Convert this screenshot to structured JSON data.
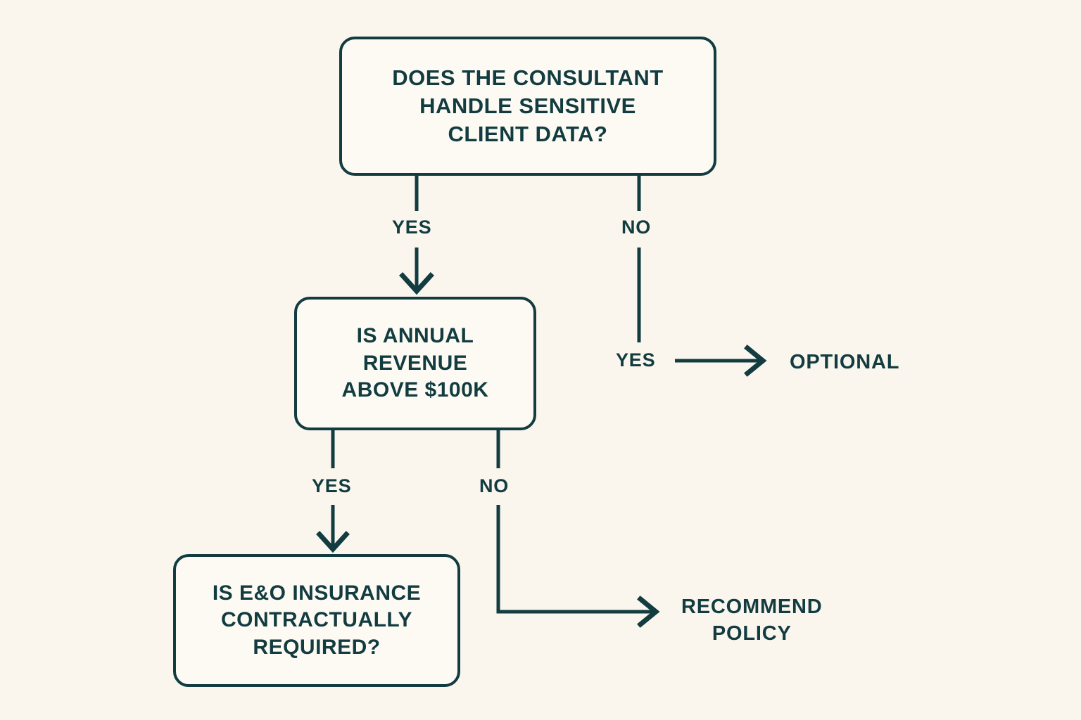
{
  "theme": {
    "background": "#faf6ee",
    "box_fill": "#fdfaf4",
    "stroke": "#123c40",
    "text": "#123c40"
  },
  "chart_data": {
    "type": "diagram",
    "diagram_kind": "decision-flowchart",
    "title": "",
    "nodes": [
      {
        "id": "decision-1",
        "kind": "decision",
        "text": "DOES THE CONSULTANT\nHANDLE SENSITIVE\nCLIENT DATA?"
      },
      {
        "id": "decision-2",
        "kind": "decision",
        "text": "IS ANNUAL\nREVENUE\nABOVE $100K"
      },
      {
        "id": "decision-3",
        "kind": "decision",
        "text": "IS E&O INSURANCE\nCONTRACTUALLY\nREQUIRED?"
      },
      {
        "id": "terminal-optional",
        "kind": "terminal",
        "text": "OPTIONAL"
      },
      {
        "id": "terminal-recommend",
        "kind": "terminal",
        "text": "RECOMMEND\nPOLICY"
      }
    ],
    "edges": [
      {
        "from": "decision-1",
        "to": "decision-2",
        "label": "YES",
        "direction": "down"
      },
      {
        "from": "decision-1",
        "to": "terminal-optional",
        "label_on_stem": "NO",
        "label_at_end": "YES",
        "direction": "down-then-right"
      },
      {
        "from": "decision-2",
        "to": "decision-3",
        "label": "YES",
        "direction": "down"
      },
      {
        "from": "decision-2",
        "to": "terminal-recommend",
        "label": "NO",
        "direction": "down-then-right"
      }
    ]
  },
  "nodes": {
    "decision_1": {
      "text": "DOES THE CONSULTANT\nHANDLE SENSITIVE\nCLIENT DATA?"
    },
    "decision_2": {
      "text": "IS ANNUAL\nREVENUE\nABOVE $100K"
    },
    "decision_3": {
      "text": "IS E&O INSURANCE\nCONTRACTUALLY\nREQUIRED?"
    }
  },
  "terminals": {
    "optional": "OPTIONAL",
    "recommend": "RECOMMEND\nPOLICY"
  },
  "labels": {
    "yes_1": "YES",
    "no_1": "NO",
    "yes_2": "YES",
    "no_2": "NO",
    "yes_3": "YES"
  }
}
